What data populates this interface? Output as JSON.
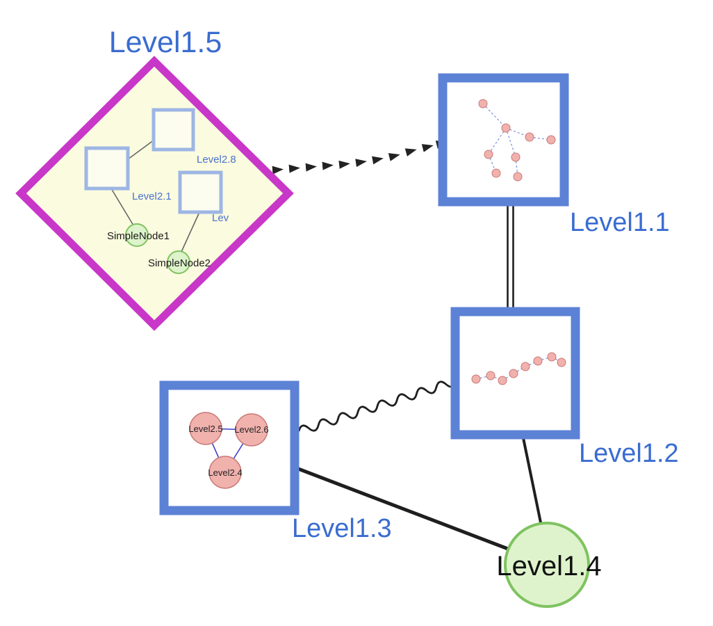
{
  "diagram": {
    "labels": {
      "level1_5": "Level1.5",
      "level1_1": "Level1.1",
      "level1_2": "Level1.2",
      "level1_3": "Level1.3",
      "level1_4": "Level1.4",
      "level2_8": "Level2.8",
      "level2_1": "Level2.1",
      "lev": "Lev",
      "simple_node_1": "SimpleNode1",
      "simple_node_2": "SimpleNode2",
      "level2_5": "Level2.5",
      "level2_6": "Level2.6",
      "level2_4": "Level2.4"
    },
    "colors": {
      "label_blue": "#3a6cd0",
      "diamond_stroke": "#c837c8",
      "diamond_fill": "#fbfbdf",
      "node_border_blue": "#5c82d6",
      "inner_square_border": "#9db6e4",
      "green_fill": "#def3cb",
      "green_stroke": "#7fc360",
      "pink_fill": "#f1b1ad",
      "pink_stroke": "#c87a76",
      "edge_color": "#1f1f1f",
      "mini_edge_blue": "#7b8fd6"
    }
  }
}
